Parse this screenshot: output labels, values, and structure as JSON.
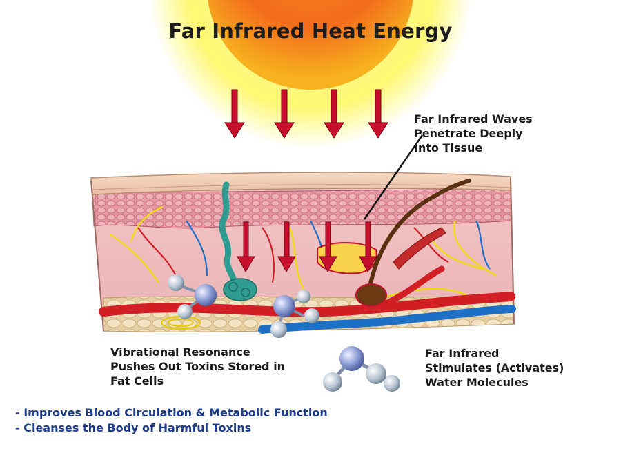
{
  "title": "Far Infrared Heat Energy",
  "callouts": {
    "waves": "Far Infrared Waves\nPenetrate Deeply\nInto Tissue",
    "resonance": "Vibrational Resonance\nPushes Out Toxins Stored in\nFat Cells",
    "water": "Far Infrared\nStimulates (Activates)\nWater Molecules"
  },
  "benefits": [
    "- Improves Blood Circulation & Metabolic Function",
    "- Cleanses the Body of Harmful Toxins"
  ],
  "colors": {
    "sun_core": "#f7941d",
    "sun_glow": "#fff200",
    "arrow": "#c8102e",
    "skin": "#f0c2c0",
    "epidermis": "#e7a3a8",
    "fat": "#ecd8b0",
    "vein": "#1e6fc6",
    "artery": "#d21f26",
    "nerve": "#f2de00",
    "gland": "#2e9c91",
    "benefit_text": "#1d3d8c"
  },
  "icons": [
    "sun",
    "down-arrow",
    "water-molecule",
    "hair-follicle",
    "sweat-gland"
  ]
}
